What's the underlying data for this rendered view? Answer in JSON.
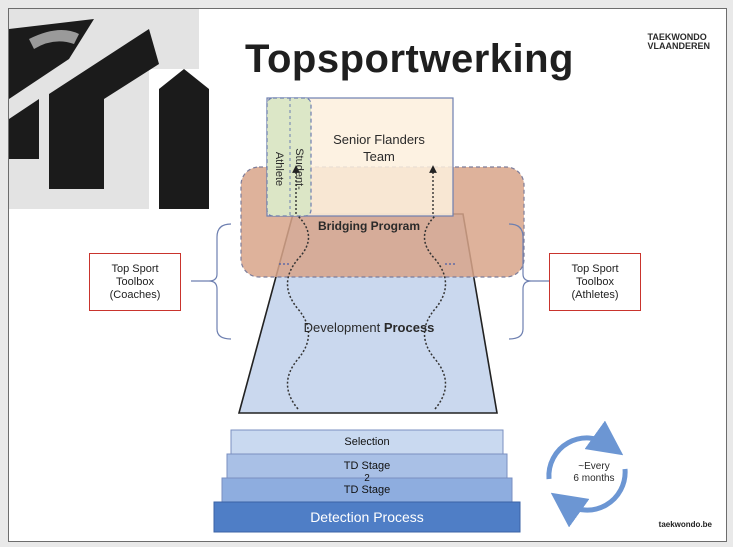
{
  "slide": {
    "title": "Topsportwerking",
    "brand_line1": "TAEKWONDO",
    "brand_line2": "VLAANDEREN",
    "website": "taekwondo.be"
  },
  "diagram": {
    "senior_team": "Senior Flanders\nTeam",
    "student_athlete": "Student-\nAthlete",
    "bridging": "Bridging Program",
    "development_label": "Development ",
    "development_bold": "Process",
    "toolbox_coaches": "Top Sport\nToolbox\n(Coaches)",
    "toolbox_athletes": "Top Sport\nToolbox\n(Athletes)",
    "stages": [
      "Selection",
      "TD Stage",
      "2",
      "TD Stage"
    ],
    "detection": "Detection Process",
    "cycle": "~Every\n6 months"
  },
  "colors": {
    "senior_fill": "#fdf0dd",
    "student_fill": "#d8e6c4",
    "bridging_fill": "#d8a58a",
    "development_fill": "#cad8ee",
    "detection_fill": "#4f7ec6",
    "toolbox_border": "#c9342d",
    "cycle_arrow": "#6c96d3"
  }
}
